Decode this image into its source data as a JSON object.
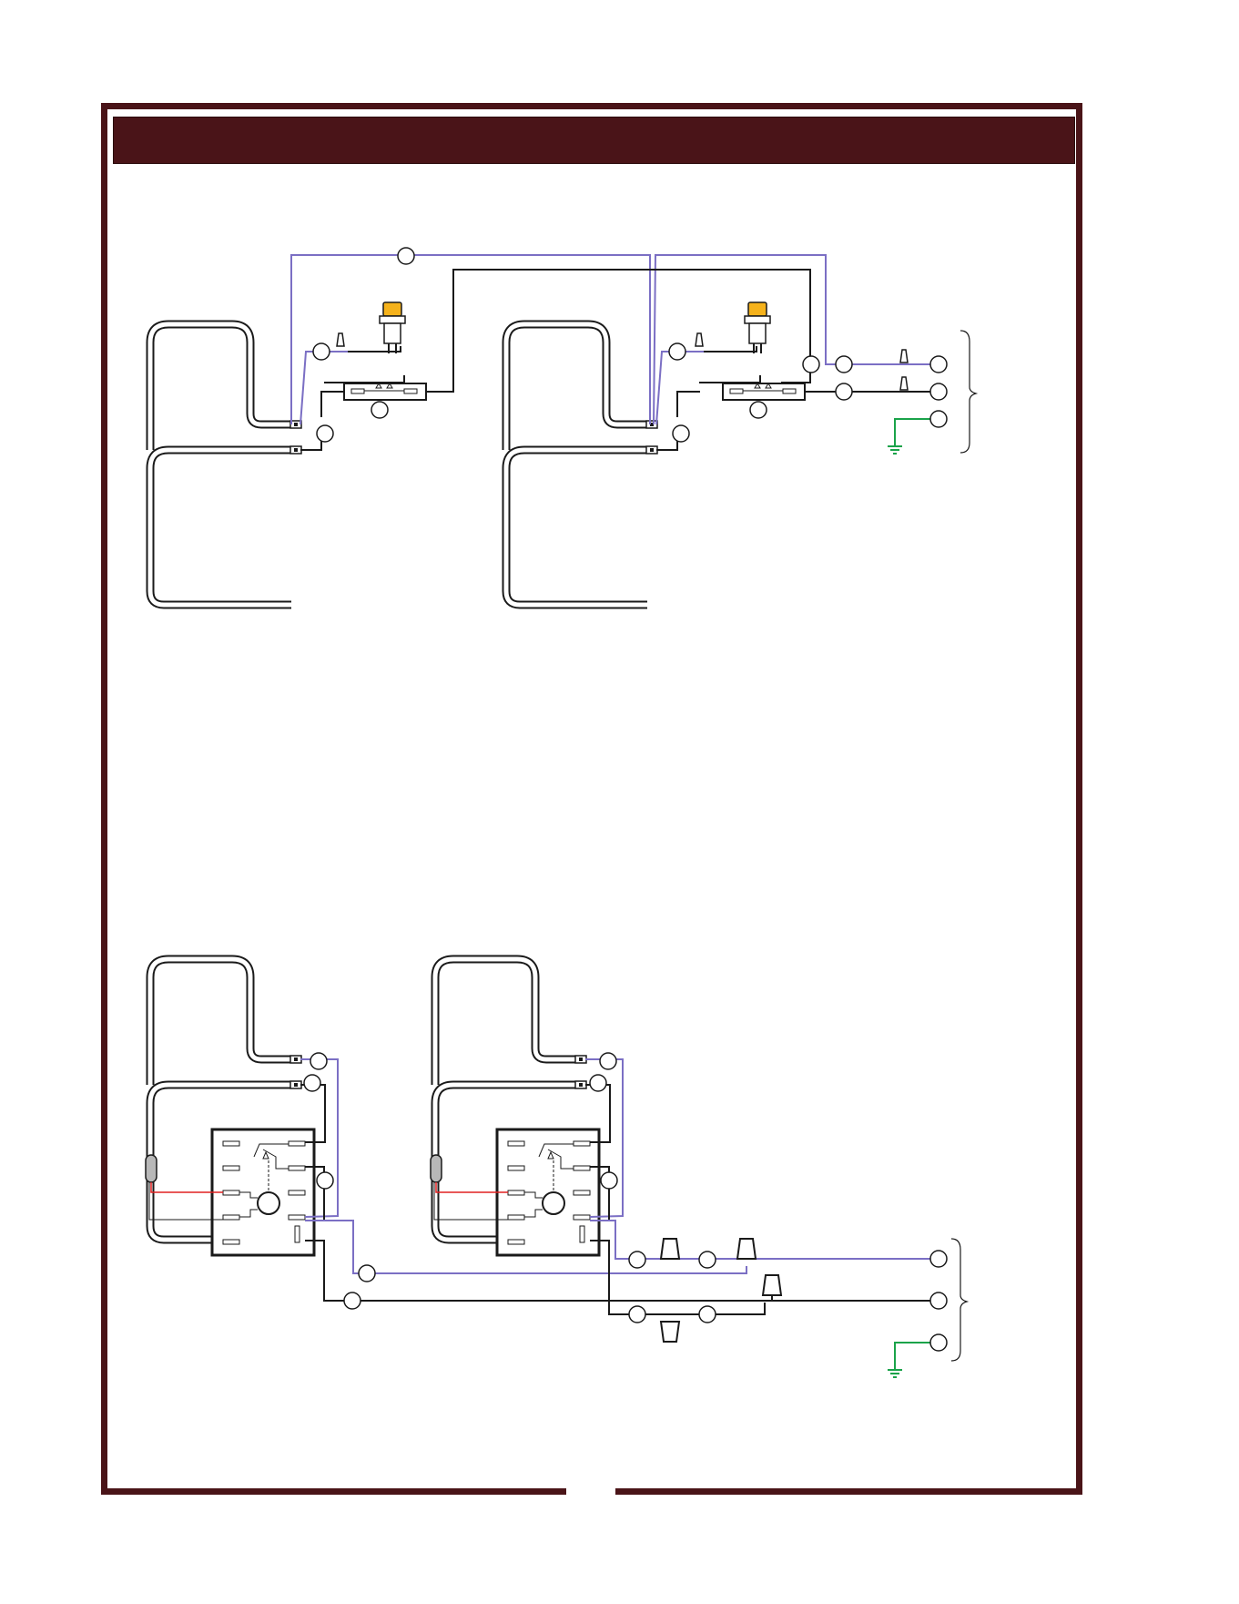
{
  "header": {
    "title": ""
  },
  "colors": {
    "frame": "#4a1418",
    "wire_black": "#1a1a1a",
    "wire_purple": "#7b6fc4",
    "wire_green": "#1aa34a",
    "wire_red": "#e02020",
    "indicator_light": "#f5b21b",
    "sensor_probe": "#b8b8b8"
  },
  "diagrams": [
    {
      "id": "top-wiring-diagram",
      "heating_elements": 2,
      "thermostats": 2,
      "indicator_lights": 2,
      "supply_terminals": 3
    },
    {
      "id": "bottom-wiring-diagram",
      "heating_elements": 2,
      "relay_controllers": 2,
      "temperature_probes": 2,
      "supply_terminals": 3
    }
  ],
  "icons": [
    "ground-icon",
    "wire-nut-icon",
    "indicator-light-icon",
    "heating-element-icon",
    "thermostat-icon",
    "relay-icon",
    "probe-icon"
  ]
}
